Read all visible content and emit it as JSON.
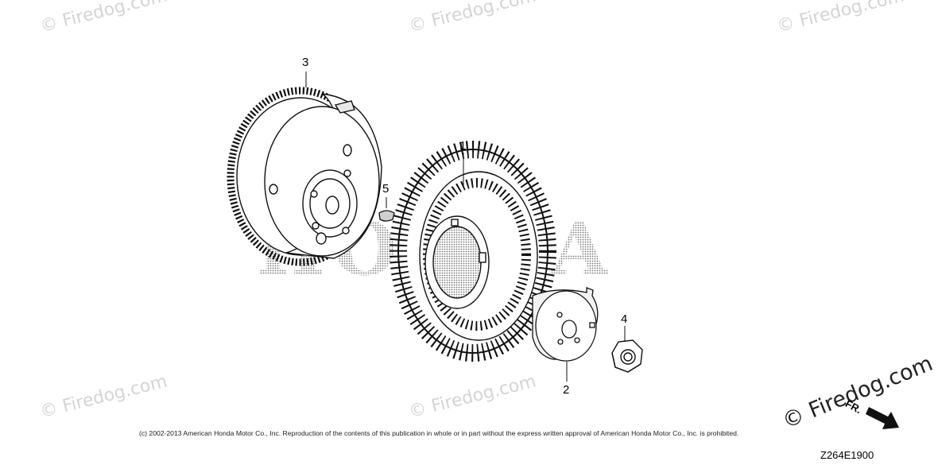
{
  "watermark_text": "© Firedog.com",
  "brand_logo": "HONDA",
  "callouts": {
    "p1": "1",
    "p2": "2",
    "p3": "3",
    "p4": "4",
    "p5": "5"
  },
  "direction_label": "FR.",
  "copyright": "(c) 2002-2013 American Honda Motor Co., Inc. Reproduction of the contents of this publication in whole or in part without the express written approval of American Honda Motor Co., Inc. is prohibited.",
  "diagram_code": "Z264E1900"
}
